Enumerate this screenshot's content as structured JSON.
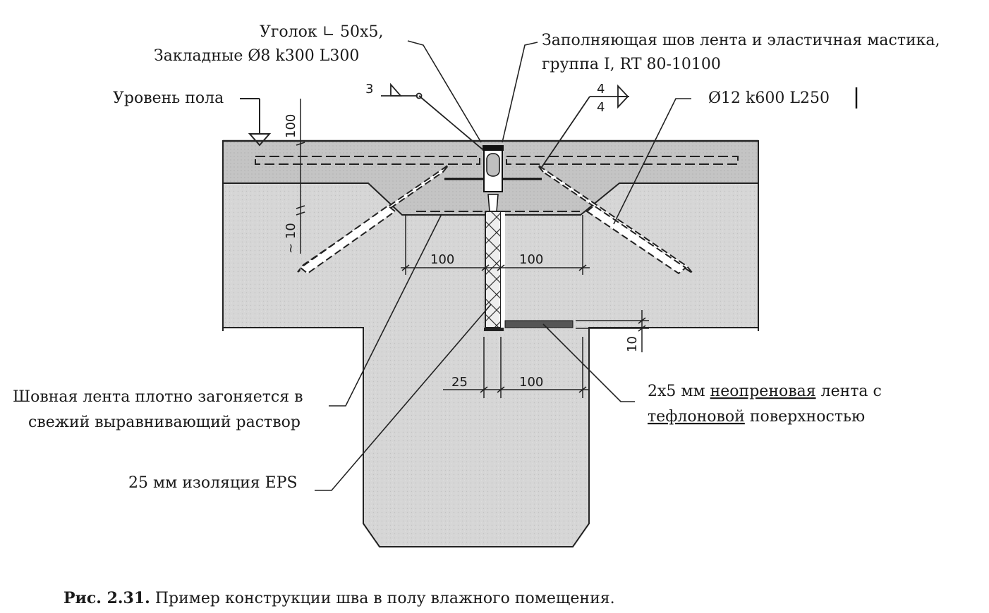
{
  "labels": {
    "angle_line1": "Уголок ∟ 50x5,",
    "angle_line2": "Закладные Ø8 k300 L300",
    "filler_line1": "Заполняющая шов лента и эластичная мастика,",
    "filler_line2": "группа I, RT 80-10100",
    "floor_level": "Уровень пола",
    "rebar": "Ø12 k600 L250",
    "seam_tape_line1": "Шовная лента плотно загоняется в",
    "seam_tape_line2": "свежий выравнивающий раствор",
    "eps": "25 мм изоляция EPS",
    "neoprene_line1_a": "2x5 мм ",
    "neoprene_line1_b": "неопреновая",
    "neoprene_line1_c": " лента с",
    "neoprene_line2_a": "тефлоновой",
    "neoprene_line2_b": " поверхностью"
  },
  "weld_marks": {
    "left": "3",
    "right_top": "4",
    "right_bottom": "4"
  },
  "dimensions": {
    "d100_vertical": "100",
    "d10_vertical": "~ 10",
    "d100_left": "100",
    "d100_right": "100",
    "d10_right": "10",
    "d25": "25",
    "d100_bottom": "100"
  },
  "caption": {
    "number": "Рис. 2.31.",
    "text": " Пример конструкции шва в полу влажного помещения."
  }
}
